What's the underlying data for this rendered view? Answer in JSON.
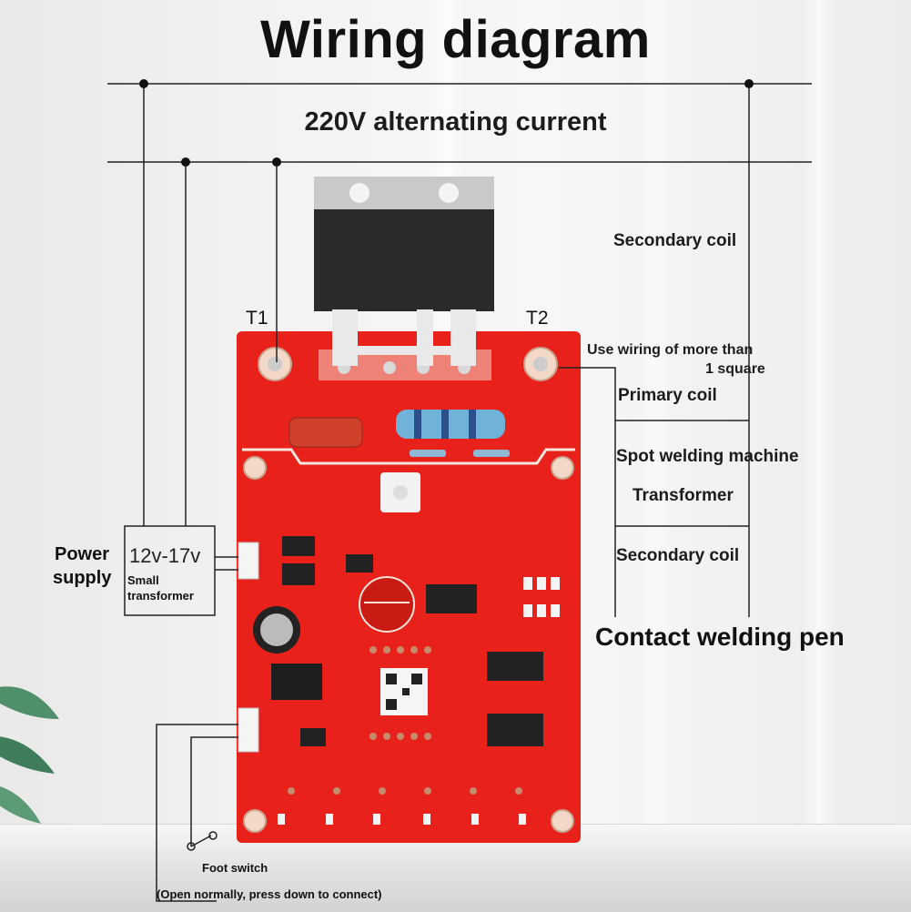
{
  "title": "Wiring diagram",
  "supply": "220V alternating current",
  "labels": {
    "secondary_coil_top": "Secondary coil",
    "use_wiring_1": "Use wiring of more than",
    "use_wiring_2": "1 square",
    "primary_coil": "Primary coil",
    "spot_welding": "Spot welding machine",
    "transformer": "Transformer",
    "secondary_coil_bottom": "Secondary coil",
    "contact_pen": "Contact welding pen",
    "power_supply_1": "Power",
    "power_supply_2": "supply",
    "voltage": "12v-17v",
    "small_transformer_1": "Small",
    "small_transformer_2": "transformer",
    "t1": "T1",
    "t2": "T2",
    "foot_switch": "Foot switch",
    "foot_switch_note": "(Open normally, press down to connect)"
  },
  "colors": {
    "pcb": "#e8221b",
    "wire": "#222222",
    "heatsink": "#2a2a2a"
  }
}
